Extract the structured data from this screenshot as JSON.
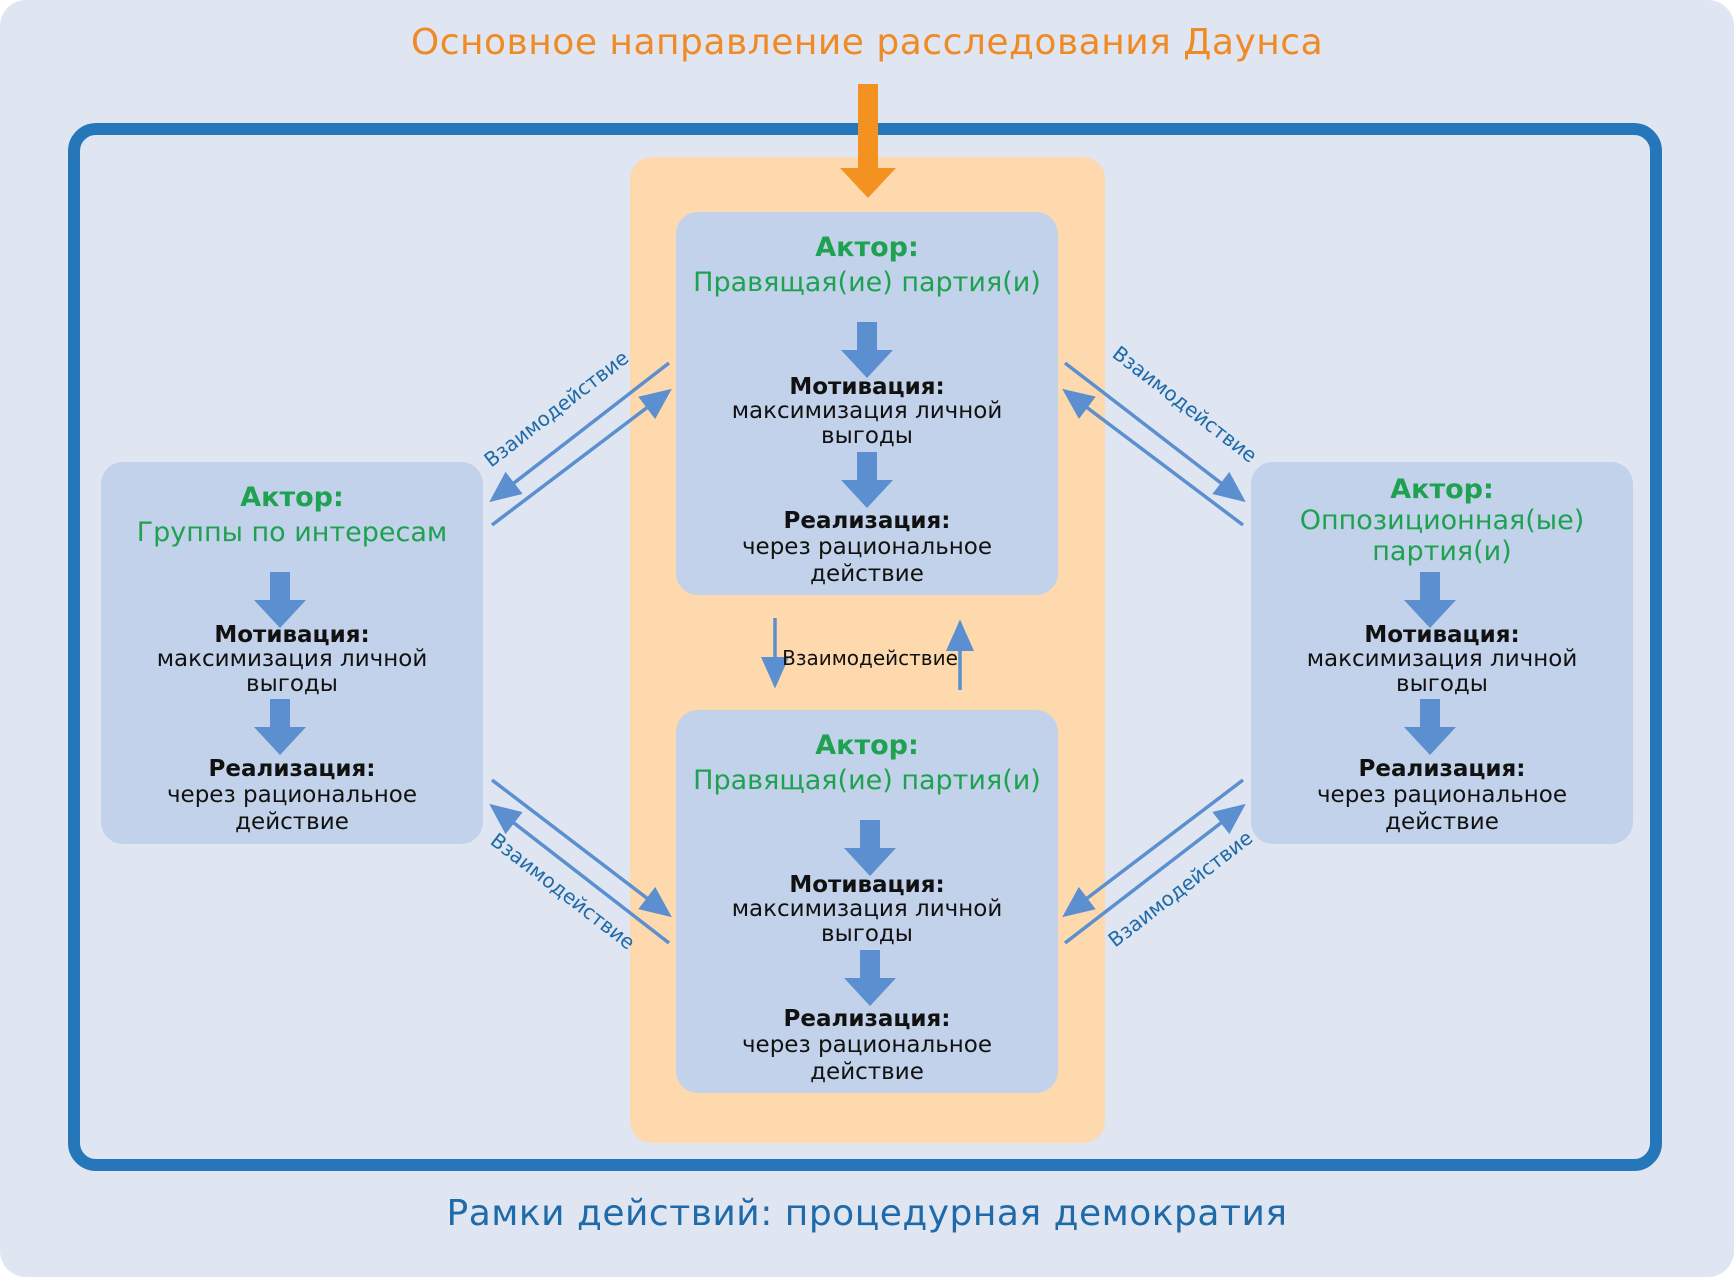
{
  "title": "Основное направление расследования Даунса",
  "footer": "Рамки действий: процедурная демократия",
  "interaction_label": "Взаимодействие",
  "colors": {
    "background": "#dfe6f2",
    "frame": "#2577ba",
    "orange_panel": "#fdd9ad",
    "orange_arrow": "#f39220",
    "actor_box": "#c2d2ea",
    "actor_text": "#1ea150",
    "title": "#f08a24",
    "footer": "#1f6aa8",
    "connector": "#5b8fcf"
  },
  "actors": {
    "top": {
      "label": "Актор:",
      "name_lines": [
        "Правящая(ие) партия(и)"
      ],
      "motivation_head": "Мотивация:",
      "motivation_lines": [
        "максимизация личной",
        "выгоды"
      ],
      "realization_head": "Реализация:",
      "realization_lines": [
        "через рациональное",
        "действие"
      ]
    },
    "bottom": {
      "label": "Актор:",
      "name_lines": [
        "Правящая(ие) партия(и)"
      ],
      "motivation_head": "Мотивация:",
      "motivation_lines": [
        "максимизация личной",
        "выгоды"
      ],
      "realization_head": "Реализация:",
      "realization_lines": [
        "через рациональное",
        "действие"
      ]
    },
    "left": {
      "label": "Актор:",
      "name_lines": [
        "Группы по интересам"
      ],
      "motivation_head": "Мотивация:",
      "motivation_lines": [
        "максимизация личной",
        "выгоды"
      ],
      "realization_head": "Реализация:",
      "realization_lines": [
        "через рациональное",
        "действие"
      ]
    },
    "right": {
      "label": "Актор:",
      "name_lines": [
        "Оппозиционная(ые)",
        "партия(и)"
      ],
      "motivation_head": "Мотивация:",
      "motivation_lines": [
        "максимизация личной",
        "выгоды"
      ],
      "realization_head": "Реализация:",
      "realization_lines": [
        "через рациональное",
        "действие"
      ]
    }
  }
}
